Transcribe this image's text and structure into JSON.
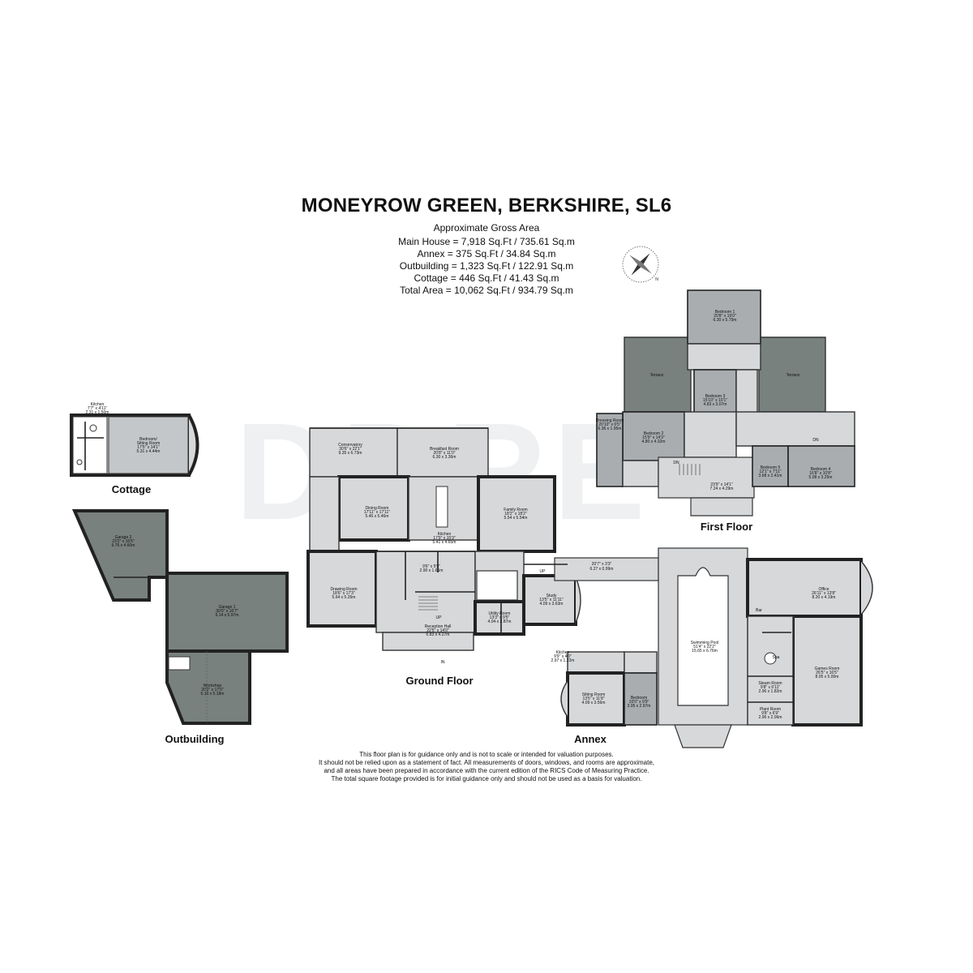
{
  "header": {
    "title": "MONEYROW GREEN, BERKSHIRE, SL6",
    "subtitle": "Approximate Gross Area",
    "areas": [
      "Main House = 7,918 Sq.Ft / 735.61 Sq.m",
      "Annex = 375 Sq.Ft / 34.84 Sq.m",
      "Outbuilding = 1,323 Sq.Ft / 122.91 Sq.m",
      "Cottage = 446 Sq.Ft / 41.43 Sq.m",
      "Total Area = 10,062 Sq.Ft / 934.79 Sq.m"
    ]
  },
  "sections": {
    "cottage": "Cottage",
    "outbuilding": "Outbuilding",
    "ground_floor": "Ground Floor",
    "first_floor": "First Floor",
    "annex": "Annex"
  },
  "rooms": {
    "cottage_kitchen": {
      "name": "Kitchen",
      "dims": "7'7\" x 4'11\"",
      "metric": "2.31 x 1.50m"
    },
    "cottage_bedroom": {
      "name": "Bedroom/",
      "name2": "Sitting Room",
      "dims": "17'5\" x 14'1\"",
      "metric": "5.31 x 4.44m"
    },
    "garage2": {
      "name": "Garage 2",
      "dims": "23'2\" x 16'5\"",
      "metric": "9.76 x 4.60m"
    },
    "garage1": {
      "name": "Garage 1",
      "dims": "30'0\" x 16'7\"",
      "metric": "9.14 x 5.97m"
    },
    "workshop": {
      "name": "Workshop",
      "dims": "20'2\" x 17'0\"",
      "metric": "6.10 x 5.18m"
    },
    "conservatory": {
      "name": "Conservatory",
      "dims": "30'6\" x 22'1\"",
      "metric": "9.35 x 6.73m"
    },
    "breakfast": {
      "name": "Breakfast Room",
      "dims": "20'8\" x 11'0\"",
      "metric": "6.30 x 3.36m"
    },
    "dining": {
      "name": "Dining Room",
      "dims": "17'11\" x 17'11\"",
      "metric": "5.46 x 5.46m"
    },
    "kitchen": {
      "name": "Kitchen",
      "dims": "17'9\" x 15'3\"",
      "metric": "5.41 x 4.65m"
    },
    "family": {
      "name": "Family Room",
      "dims": "18'2\" x 18'2\"",
      "metric": "5.54 x 5.54m"
    },
    "drawing": {
      "name": "Drawing Room",
      "dims": "18'6\" x 17'3\"",
      "metric": "5.64 x 5.26m"
    },
    "small_room": {
      "name": "",
      "dims": "9'6\" x 5'5\"",
      "metric": "2.90 x 1.65m"
    },
    "reception": {
      "name": "Reception Hall",
      "dims": "22'5\" x 14'0\"",
      "metric": "6.83 x 4.27m"
    },
    "utility": {
      "name": "Utility Room",
      "dims": "13'3\" x 9'5\"",
      "metric": "4.04 x 2.87m"
    },
    "study": {
      "name": "Study",
      "dims": "13'5\" x 11'11\"",
      "metric": "4.09 x 3.63m"
    },
    "link": {
      "name": "",
      "dims": "20'7\" x 3'3\"",
      "metric": "6.27 x 0.99m"
    },
    "pool": {
      "name": "Swimming Pool",
      "dims": "51'4\" x 22'2\"",
      "metric": "15.65 x 6.76m"
    },
    "office": {
      "name": "Office",
      "dims": "26'11\" x 13'8\"",
      "metric": "8.20 x 4.19m"
    },
    "games": {
      "name": "Games Room",
      "dims": "26'5\" x 16'5\"",
      "metric": "8.05 x 5.00m"
    },
    "steam": {
      "name": "Steam Room",
      "dims": "9'8\" x 6'11\"",
      "metric": "2.96 x 1.82m"
    },
    "plant": {
      "name": "Plant Room",
      "dims": "9'8\" x 6'9\"",
      "metric": "2.96 x 2.06m"
    },
    "annex_kitchen": {
      "name": "Kitchen",
      "dims": "9'9\" x 4'0\"",
      "metric": "2.97 x 1.22m"
    },
    "annex_sitting": {
      "name": "Sitting Room",
      "dims": "13'5\" x 11'8\"",
      "metric": "4.09 x 3.56m"
    },
    "annex_bedroom": {
      "name": "Bedroom",
      "dims": "10'0\" x 9'9\"",
      "metric": "3.05 x 2.97m"
    },
    "bedroom1": {
      "name": "Bedroom 1",
      "dims": "20'8\" x 19'0\"",
      "metric": "6.30 x 5.79m"
    },
    "bedroom3": {
      "name": "Bedroom 3",
      "dims": "15'10\" x 10'1\"",
      "metric": "4.83 x 3.07m"
    },
    "bedroom2": {
      "name": "Bedroom 2",
      "dims": "15'9\" x 14'3\"",
      "metric": "4.80 x 4.32m"
    },
    "dressing": {
      "name": "Dressing Room",
      "dims": "20'10\" x 6'5\"",
      "metric": "6.36 x 1.95m"
    },
    "landing": {
      "name": "",
      "dims": "23'9\" x 14'1\"",
      "metric": "7.24 x 4.29m"
    },
    "bedroom5": {
      "name": "Bedroom 5",
      "dims": "12'1\" x 7'11\"",
      "metric": "3.68 x 2.41m"
    },
    "bedroom4": {
      "name": "Bedroom 4",
      "dims": "16'8\" x 10'8\"",
      "metric": "5.08 x 3.25m"
    },
    "terrace_left": {
      "name": "Terrace"
    },
    "terrace_right": {
      "name": "Terrace"
    }
  },
  "markers": {
    "in": "IN",
    "up1": "UP",
    "up2": "UP",
    "dn1": "DN",
    "dn2": "DN",
    "bar": "Bar",
    "spa": "Spa"
  },
  "watermark": "DDRE",
  "disclaimer": [
    "This floor plan is for guidance only and is not to scale or intended for valuation purposes.",
    "It should not be relied upon as a statement of fact. All measurements of doors, windows, and rooms are approximate,",
    "and all areas have been prepared in accordance with the current edition of the RICS Code of Measuring Practice.",
    "The total square footage provided is for initial guidance only and should not be used as a basis for valuation."
  ],
  "colors": {
    "room": "#d6d8da",
    "outbuilding": "#78817e",
    "bedroom_dark": "#a9adb0",
    "wall": "#222222"
  }
}
